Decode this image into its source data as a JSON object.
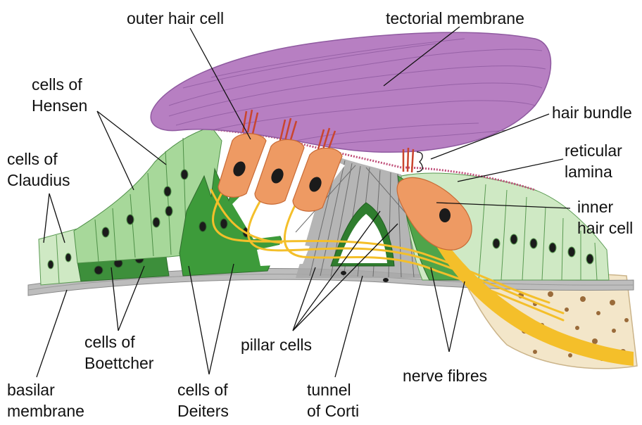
{
  "labels": {
    "outer_hair_cell": "outer hair cell",
    "tectorial_membrane": "tectorial membrane",
    "cells_of_hensen": [
      "cells of",
      "Hensen"
    ],
    "hair_bundle": "hair bundle",
    "reticular_lamina": [
      "reticular",
      "lamina"
    ],
    "cells_of_claudius": [
      "cells of",
      "Claudius"
    ],
    "inner_hair_cell": [
      "inner",
      "hair cell"
    ],
    "cells_of_boettcher": [
      "cells of",
      "Boettcher"
    ],
    "pillar_cells": "pillar cells",
    "basilar_membrane": [
      "basilar",
      "membrane"
    ],
    "cells_of_deiters": [
      "cells of",
      "Deiters"
    ],
    "tunnel_of_corti": [
      "tunnel",
      "of Corti"
    ],
    "nerve_fibres": "nerve fibres"
  },
  "colors": {
    "tectorial": "#b77fc2",
    "tectorial_line": "#8f5aa0",
    "hair_cell": "#ee9a63",
    "hair_cell_edge": "#c86a35",
    "stereocilia": "#c9452e",
    "green_light": "#cfe9c4",
    "green_mid": "#8fcc7f",
    "green_dark": "#3d8f3b",
    "nucleus": "#1b1b1b",
    "nerve": "#f4bf2a",
    "basilar": "#bdbdbd",
    "bone": "#f3e6c9",
    "bone_spot": "#9a6b3a"
  }
}
